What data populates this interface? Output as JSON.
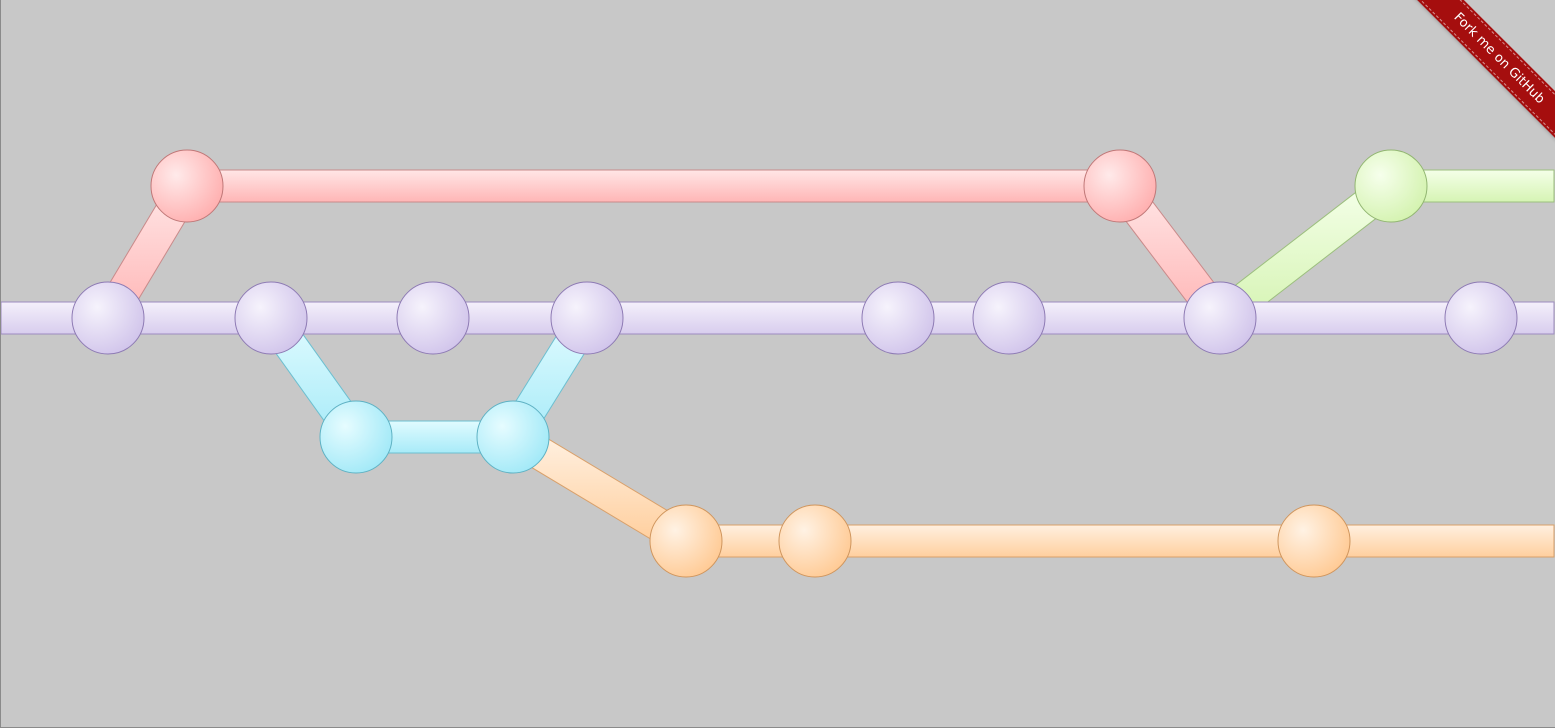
{
  "ribbon": {
    "label": "Fork me on GitHub"
  },
  "colors": {
    "background": "#c8c8c8",
    "purple": "#e4dcf2",
    "red": "#ffc8c8",
    "blue": "#c0f0fa",
    "orange": "#ffdcb8",
    "green": "#e4f8cc",
    "ribbon": "#a50e0e"
  },
  "branches": [
    "red",
    "purple",
    "blue",
    "orange",
    "green"
  ],
  "commits": {
    "red": 2,
    "purple": 8,
    "blue": 2,
    "orange": 3,
    "green": 1
  }
}
